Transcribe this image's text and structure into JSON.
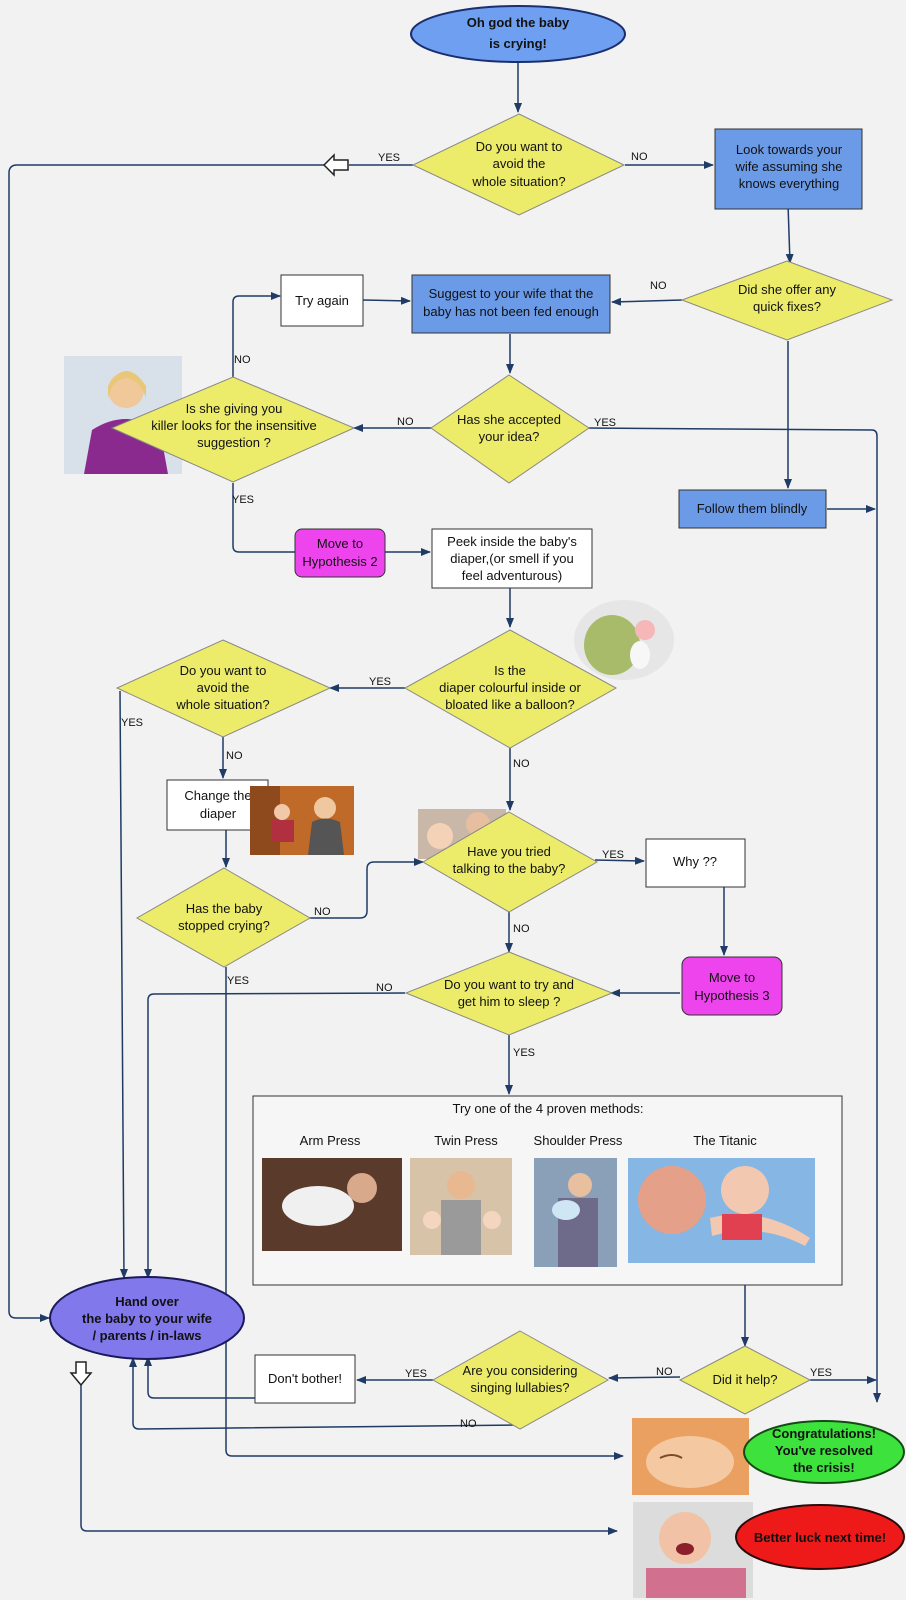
{
  "start": [
    "Oh god the baby",
    "is crying!"
  ],
  "q_avoid1": [
    "Do you want to",
    "avoid the",
    "whole situation?"
  ],
  "look_wife": [
    "Look towards your",
    "wife assuming she",
    "knows everything"
  ],
  "q_quick_fixes": [
    "Did she offer any",
    "quick fixes?"
  ],
  "suggest_fed": [
    "Suggest to your wife that the",
    "baby has not been fed enough"
  ],
  "try_again": "Try again",
  "q_killer_looks": [
    "Is she giving you",
    "killer looks for the insensitive",
    "suggestion ?"
  ],
  "q_accepted": [
    "Has she accepted",
    "your idea?"
  ],
  "follow_blindly": "Follow them blindly",
  "hypothesis2": [
    "Move to",
    "Hypothesis 2"
  ],
  "peek_diaper": [
    "Peek inside the baby's",
    "diaper,(or smell if you",
    "feel adventurous)"
  ],
  "q_diaper": [
    "Is the",
    "diaper colourful inside or",
    "bloated like a balloon?"
  ],
  "q_avoid2": [
    "Do you want to",
    "avoid the",
    "whole situation?"
  ],
  "change_diaper": [
    "Change the",
    "diaper"
  ],
  "q_talking": [
    "Have you tried",
    "talking to the baby?"
  ],
  "why": "Why ??",
  "q_stopped": [
    "Has the baby",
    "stopped crying?"
  ],
  "hypothesis3": [
    "Move to",
    "Hypothesis 3"
  ],
  "q_sleep": [
    "Do you want to try and",
    "get him to sleep ?"
  ],
  "methods": {
    "title": "Try one of the 4 proven methods:",
    "items": [
      "Arm Press",
      "Twin Press",
      "Shoulder Press",
      "The Titanic"
    ]
  },
  "hand_over": [
    "Hand over",
    "the baby to your wife",
    "/ parents / in-laws"
  ],
  "q_lullabies": [
    "Are you considering",
    "singing lullabies?"
  ],
  "dont_bother": "Don't bother!",
  "q_help": "Did it help?",
  "congrats": [
    "Congratulations!",
    "You've resolved",
    "the crisis!"
  ],
  "better_luck": "Better luck next time!",
  "edge_labels": {
    "yes": "YES",
    "no": "NO"
  },
  "colors": {
    "diamond": "#ecec6a",
    "blue_box": "#6b9ae6",
    "magenta": "#ee44ee",
    "start_oval": "#6f9ff0",
    "hand_over_oval": "#8178ec",
    "congrats": "#3de23d",
    "better_luck": "#ee1a1a"
  }
}
